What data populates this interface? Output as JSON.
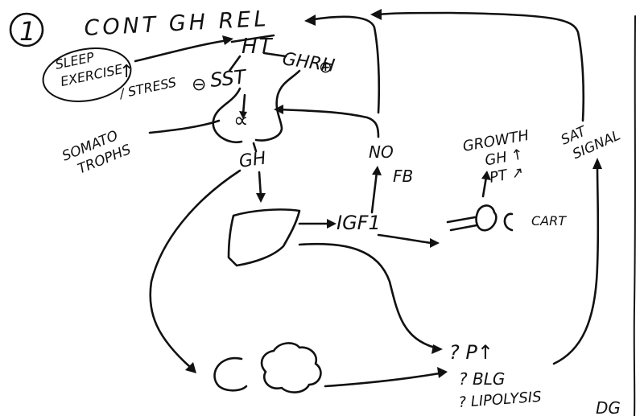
{
  "section_number": "1",
  "title": "CONT GH REL",
  "hypothalamus": "HT",
  "sleep_exercise": "SLEEP\nEXERCISE",
  "sleep_exercise_arrow": "↑",
  "stress": "/ STRESS",
  "sst_sign": "⊖",
  "sst": "SST",
  "ghrh": "GHRH",
  "ghrh_sign": "⊕",
  "somatotroph_symbol": "∝",
  "somatostatin_label": "SOMATO\nTROPHS",
  "gh": "GH",
  "neg_feedback": "NO\nFB",
  "igf1": "IGF1",
  "growth_label": "GROWTH\nGH\nPT",
  "growth_arrows": "↑ ↗",
  "cart_label": "CART",
  "sat_signal": "SAT\nSIGNAL",
  "effects": [
    "? P↑",
    "? BLG",
    "? LIPOLYSIS"
  ],
  "cut_text": "DG"
}
